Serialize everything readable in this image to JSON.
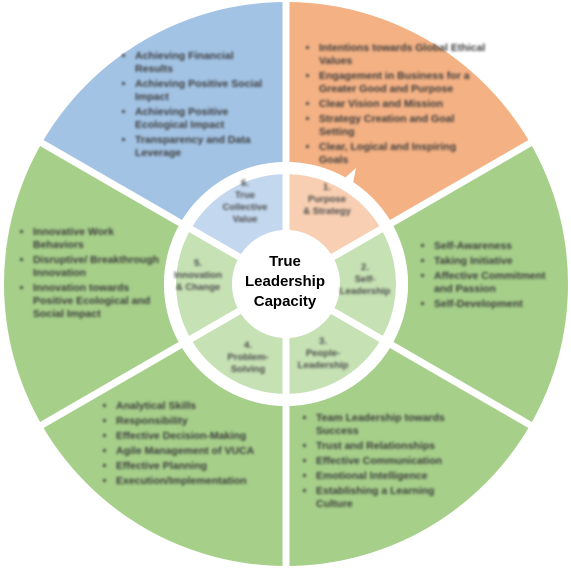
{
  "center": {
    "lines": [
      "True",
      "Leadership",
      "Capacity"
    ]
  },
  "colors": {
    "blue": "#a3c3e4",
    "orange": "#f3b184",
    "green": "#a6cf8a",
    "white": "#ffffff"
  },
  "sections": [
    {
      "key": "purpose",
      "color": "orange",
      "inner": [
        "1.",
        "Purpose",
        "& Strategy"
      ],
      "items": [
        "Intentions towards Global Ethical Values",
        "Engagement in Business for a Greater Good and Purpose",
        "Clear Vision and Mission",
        "Strategy Creation and Goal Setting",
        "Clear, Logical and Inspiring Goals"
      ]
    },
    {
      "key": "self",
      "color": "green",
      "inner": [
        "2.",
        "Self-",
        "Leadership"
      ],
      "items": [
        "Self-Awareness",
        "Taking Initiative",
        "Affective Commitment and Passion",
        "Self-Development"
      ]
    },
    {
      "key": "people",
      "color": "green",
      "inner": [
        "3.",
        "People-",
        "Leadership"
      ],
      "items": [
        "Team Leadership towards Success",
        "Trust and Relationships",
        "Effective Communication",
        "Emotional Intelligence",
        "Establishing a Learning Culture"
      ]
    },
    {
      "key": "problem",
      "color": "green",
      "inner": [
        "4.",
        "Problem-",
        "Solving"
      ],
      "items": [
        "Analytical Skills",
        "Responsibility",
        "Effective Decision-Making",
        "Agile Management of VUCA",
        "Effective Planning",
        "Execution/Implementation"
      ]
    },
    {
      "key": "innovation",
      "color": "green",
      "inner": [
        "5.",
        "Innovation",
        "& Change"
      ],
      "items": [
        "Innovative Work Behaviors",
        "Disruptive/ Breakthrough Innovation",
        "Innovation towards Positive Ecological and Social Impact"
      ]
    },
    {
      "key": "value",
      "color": "blue",
      "inner": [
        "6.",
        "True",
        "Collective",
        "Value"
      ],
      "items": [
        "Achieving Financial Results",
        "Achieving Positive Social Impact",
        "Achieving Positive Ecological Impact",
        "Transparency and Data Leverage"
      ]
    }
  ]
}
